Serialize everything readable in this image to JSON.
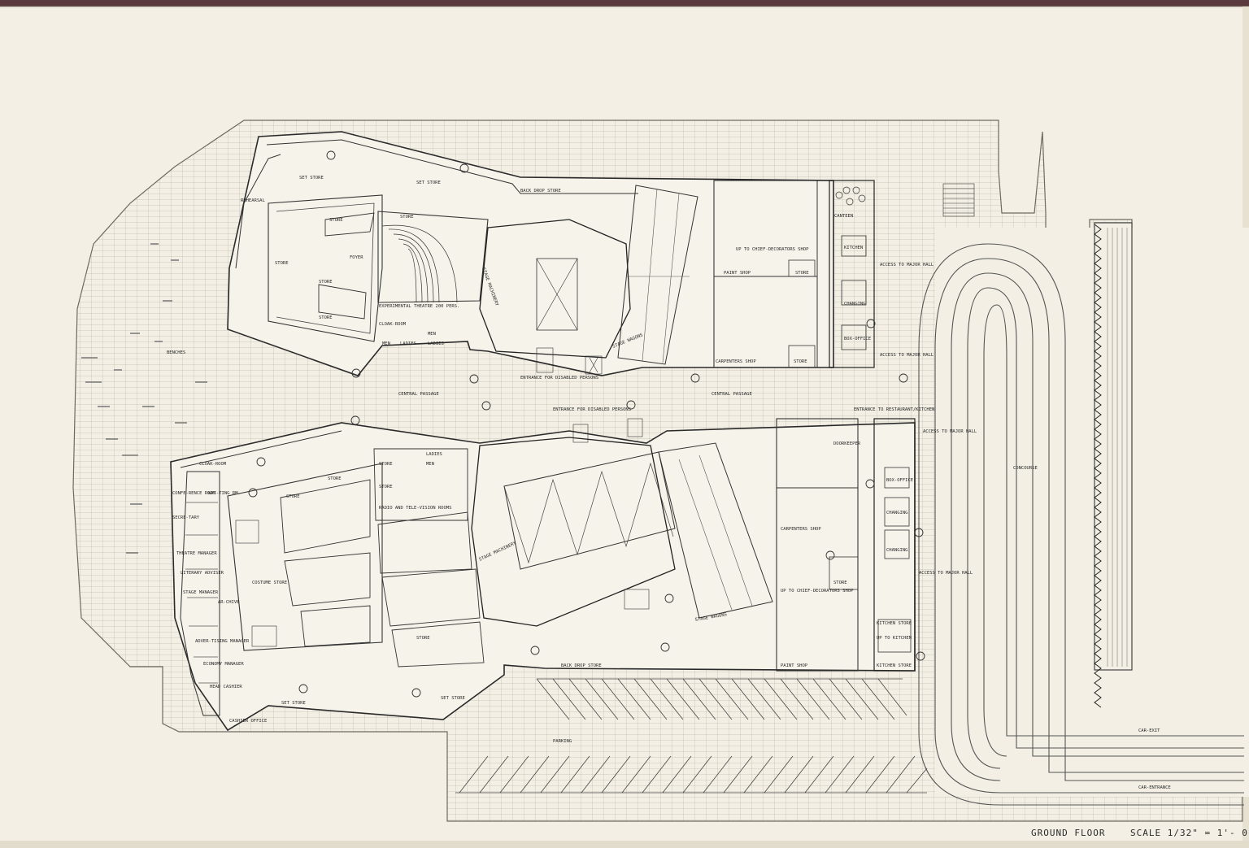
{
  "sheet": {
    "title": "GROUND FLOOR",
    "scale": "SCALE 1/32\" = 1'- 0\""
  },
  "labels": {
    "set_store": "SET STORE",
    "back_drop_store": "BACK DROP STORE",
    "rehearsal": "REHEARSAL",
    "store": "STORE",
    "foyer": "FOYER",
    "experimental_theatre": "EXPERIMENTAL THEATRE 200 PERS.",
    "stage_machinery": "STAGE MACHINERY",
    "stage_wagons": "STAGE WAGONS",
    "up_to_chief_decorators_shop": "UP TO CHIEF-DECORATORS SHOP",
    "paint_shop": "PAINT SHOP",
    "carpenters_shop": "CARPENTERS SHOP",
    "canteen": "CANTEEN",
    "kitchen": "KITCHEN",
    "changing": "CHANGING",
    "box_office": "BOX-OFFICE",
    "access_to_major_hall": "ACCESS TO MAJOR HALL",
    "cloak_room": "CLOAK-ROOM",
    "men": "MEN",
    "ladies": "LADIES",
    "benches": "BENCHES",
    "central_passage": "CENTRAL PASSAGE",
    "entrance_for_disabled_persons": "ENTRANCE FOR DISABLED PERSONS",
    "entrance_to_restaurant_kitchen": "ENTRANCE TO RESTAURANT/KITCHEN",
    "doorkeeper": "DOORKEEPER",
    "conference_room": "CONFE-RENCE ROOM",
    "secretary": "SECRE-TARY",
    "theatre_manager": "THEATRE MANAGER",
    "literary_adviser": "LITERARY ADVISER",
    "stage_manager": "STAGE MANAGER",
    "advertising_manager": "ADVER-TISING MANAGER",
    "economy_manager": "ECONOMY MANAGER",
    "head_cashier": "HEAD CASHIER",
    "cashier_office": "CASHIER OFFICE",
    "archive": "AR-CHIVE",
    "waiting_rm": "WAI-TING RM.",
    "radio_tv_rooms": "RADIO AND TELE-VISION ROOMS",
    "costume_store": "COSTUME STORE",
    "kitchen_store": "KITCHEN STORE",
    "up_to_kitchen": "UP TO KITCHEN",
    "concourse": "CONCOURSE",
    "parking": "PARKING",
    "car_exit": "CAR-EXIT",
    "car_entrance": "CAR-ENTRANCE"
  }
}
